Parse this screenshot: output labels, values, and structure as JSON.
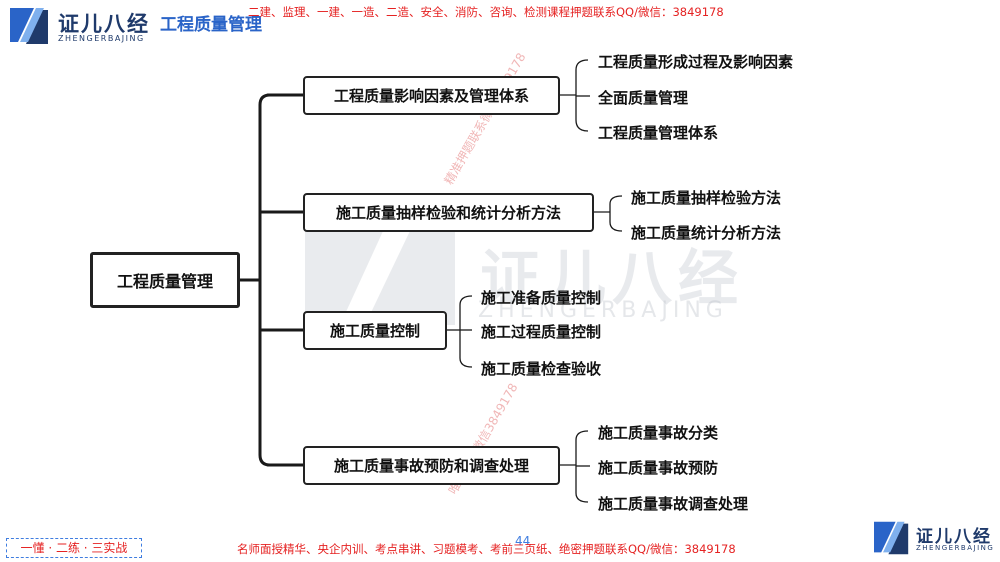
{
  "header": {
    "brand": "证儿八经",
    "brand_sub": "ZHENGERBAJING",
    "title": "工程质量管理",
    "promo": "二建、监理、一建、一造、二造、安全、消防、咨询、检测课程押题联系QQ/微信：3849178"
  },
  "watermark": {
    "brand": "证儿八经",
    "brand_sub": "ZHENGERBAJING",
    "diag1": "精准押题联系微信3849178",
    "diag2": "唯一联系微信3849178"
  },
  "mindmap": {
    "root": "工程质量管理",
    "branches": [
      {
        "label": "工程质量影响因素及管理体系",
        "children": [
          "工程质量形成过程及影响因素",
          "全面质量管理",
          "工程质量管理体系"
        ]
      },
      {
        "label": "施工质量抽样检验和统计分析方法",
        "children": [
          "施工质量抽样检验方法",
          "施工质量统计分析方法"
        ]
      },
      {
        "label": "施工质量控制",
        "children": [
          "施工准备质量控制",
          "施工过程质量控制",
          "施工质量检查验收"
        ]
      },
      {
        "label": "施工质量事故预防和调查处理",
        "children": [
          "施工质量事故分类",
          "施工质量事故预防",
          "施工质量事故调查处理"
        ]
      }
    ]
  },
  "footer": {
    "slogan": "一懂 · 二练 · 三实战",
    "page": "44",
    "promo": "名师面授精华、央企内训、考点串讲、习题模考、考前三页纸、绝密押题联系QQ/微信：3849178",
    "brand": "证儿八经",
    "brand_sub": "ZHENGERBAJING"
  },
  "colors": {
    "brand": "#1f3a6b",
    "accent": "#2a64c8",
    "promo": "#e52222"
  }
}
